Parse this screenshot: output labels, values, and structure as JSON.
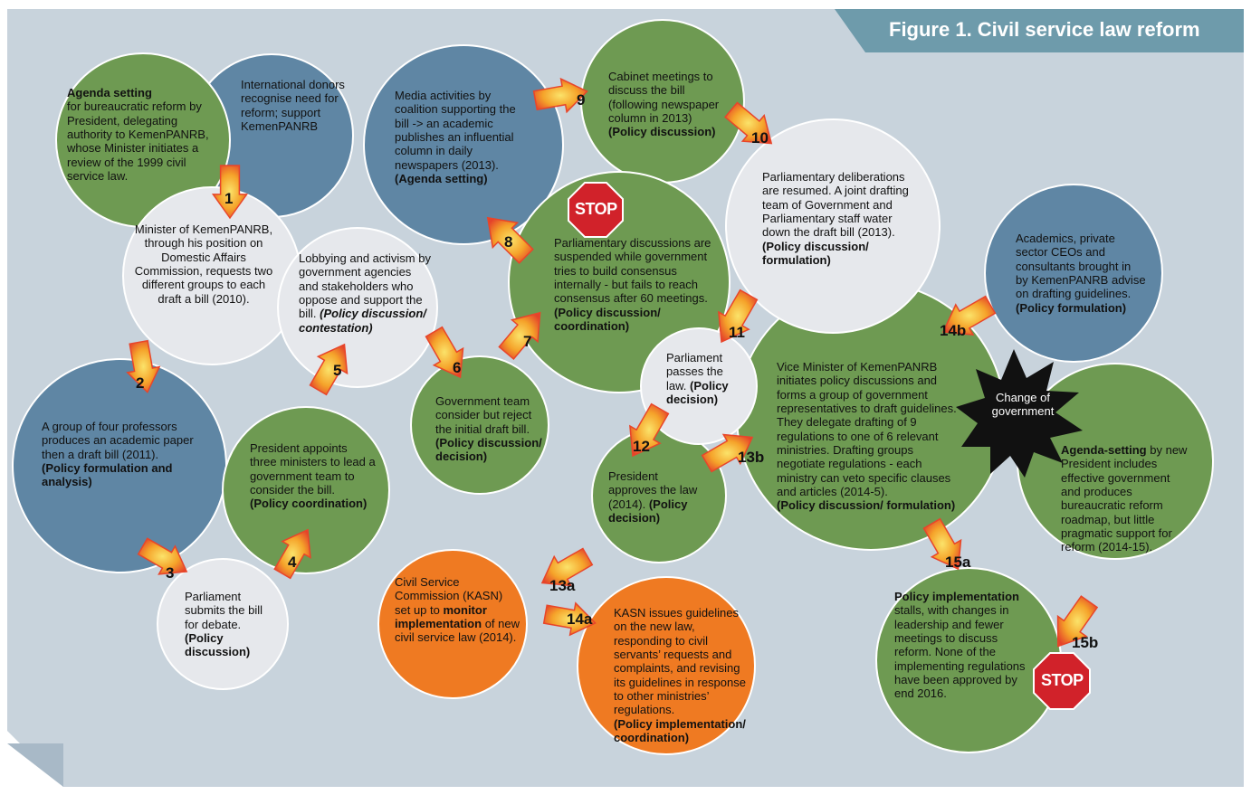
{
  "title": "Figure 1. Civil service law reform",
  "colors": {
    "background": "#c8d3dc",
    "green": "#6e9a52",
    "blue": "#5f86a4",
    "light": "#e6e8ec",
    "orange": "#ef7a22",
    "title_bar": "#6e9bab",
    "stop": "#d1222a",
    "arrow_inner": "#f8d23a",
    "arrow_outer": "#e8452a"
  },
  "nodes": {
    "agenda": {
      "bold": "Agenda setting",
      "text": "for bureaucratic reform by President, delegating authority to KemenPANRB, whose Minister initiates a review of the 1999 civil service law."
    },
    "donors": {
      "text": "International donors recognise need for reform; support KemenPANRB"
    },
    "minister": {
      "text": "Minister of KemenPANRB, through his position on Domestic Affairs Commission, requests two different groups to each draft a bill (2010)."
    },
    "professors": {
      "text": "A group of four professors produces an academic paper then a draft bill (2011).",
      "phase": "(Policy formulation and analysis)"
    },
    "submits": {
      "text": "Parliament submits the bill for debate.",
      "phase": "(Policy discussion)"
    },
    "appoints": {
      "text": "President appoints three ministers to lead a government team to consider the bill.",
      "phase": "(Policy coordination)"
    },
    "lobbying": {
      "text": "Lobbying and activism by government agencies and stakeholders who oppose and support the bill.",
      "phase": "(Policy discussion/ contestation)"
    },
    "gov_team": {
      "text": "Government team consider but reject the initial draft bill.",
      "phase": "(Policy discussion/ decision)"
    },
    "media": {
      "text": "Media activities by coalition supporting the bill -> an academic publishes an influential column in daily newspapers (2013).",
      "phase": "(Agenda setting)"
    },
    "suspended": {
      "text": "Parliamentary discussions are suspended while government tries to build consensus internally - but fails to reach consensus after 60 meetings.",
      "phase": "(Policy discussion/ coordination)"
    },
    "cabinet": {
      "text": "Cabinet meetings to discuss the bill (following newspaper column in 2013)",
      "phase": "(Policy discussion)"
    },
    "deliberations": {
      "text": "Parliamentary deliberations are resumed. A joint drafting team of Government and Parliamentary staff water down the draft bill (2013).",
      "phase": "(Policy discussion/ formulation)"
    },
    "passes": {
      "text": "Parliament passes the law.",
      "phase": "(Policy decision)"
    },
    "approves": {
      "text": "President approves the law (2014).",
      "phase": "(Policy decision)"
    },
    "vice_minister": {
      "text": "Vice Minister of KemenPANRB initiates policy discussions and forms a group of government representatives to draft guidelines. They delegate drafting of 9 regulations to one of 6 relevant ministries. Drafting groups negotiate regulations - each ministry can veto specific clauses and articles (2014-5).",
      "phase": "(Policy discussion/ formulation)"
    },
    "academics": {
      "text": "Academics, private sector CEOs and consultants brought in by KemenPANRB advise on drafting guidelines.",
      "phase": "(Policy formulation)"
    },
    "change": {
      "text": "Change of government"
    },
    "new_agenda": {
      "bold": "Agenda-setting",
      "text": "by new President includes effective government and produces bureaucratic reform roadmap, but little pragmatic support for reform (2014-15)."
    },
    "kasn": {
      "text1": "Civil Service Commission (KASN) set up to",
      "bold": "monitor implementation",
      "text2": "of new civil service law (2014)."
    },
    "kasn_guidelines": {
      "text": "KASN issues guidelines on the new law, responding to civil servants’ requests and complaints, and revising its guidelines in response to other ministries’ regulations.",
      "phase": "(Policy implementation/ coordination)"
    },
    "implementation": {
      "bold": "Policy implementation",
      "text": "stalls, with changes in leadership and fewer meetings to discuss reform. None of the implementing regulations have been approved by end 2016."
    }
  },
  "steps": [
    "1",
    "2",
    "3",
    "4",
    "5",
    "6",
    "7",
    "8",
    "9",
    "10",
    "11",
    "12",
    "13a",
    "13b",
    "14a",
    "14b",
    "15a",
    "15b"
  ],
  "stop_label": "STOP"
}
